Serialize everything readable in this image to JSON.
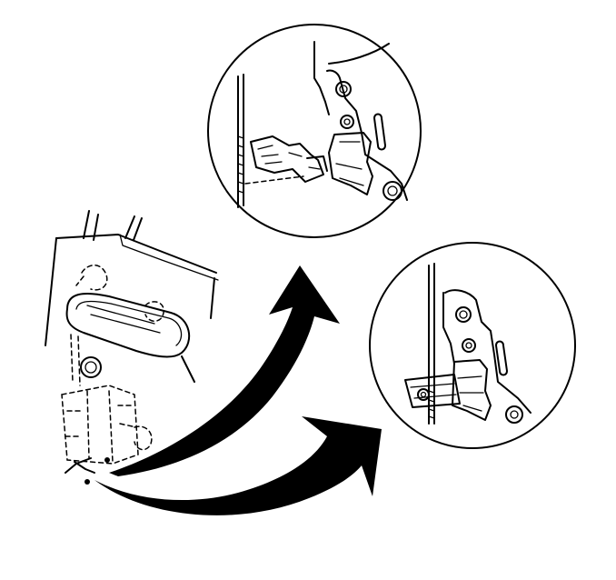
{
  "illustration": {
    "subject": "door-latch-rod-disconnection",
    "colors": {
      "ink": "#000000",
      "paper": "#ffffff"
    },
    "icons": [
      "door-panel",
      "outside-handle",
      "lock-cylinder",
      "latch-assembly",
      "detail-circle-top",
      "detail-circle-bottom",
      "curved-arrow-top",
      "curved-arrow-bottom"
    ]
  }
}
